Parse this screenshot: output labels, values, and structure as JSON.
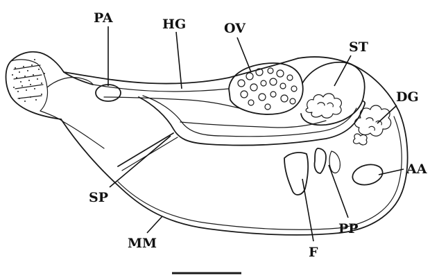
{
  "labels": {
    "pa": "PA",
    "hg": "HG",
    "ov": "OV",
    "st": "ST",
    "dg": "DG",
    "aa": "AA",
    "sp": "SP",
    "mm": "MM",
    "f": "F",
    "pp": "PP"
  },
  "colors": {
    "ink": "#1a1a1a",
    "background": "#ffffff"
  }
}
